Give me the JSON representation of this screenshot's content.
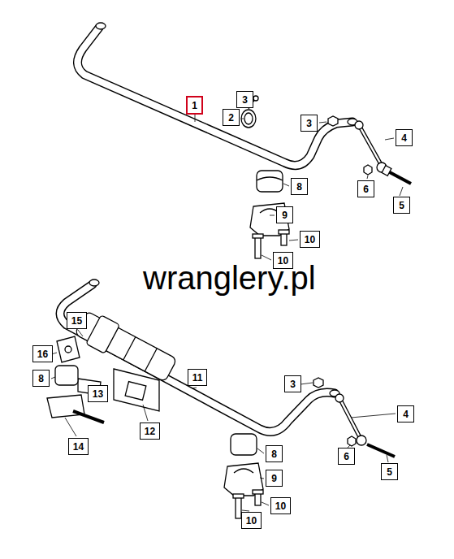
{
  "diagram": {
    "nodes": [
      {
        "text": [
          "1"
        ]
      },
      {
        "text": [
          "3"
        ]
      },
      {
        "text": [
          "2"
        ]
      },
      {
        "text": [
          "3"
        ]
      },
      {
        "text": [
          "4"
        ]
      },
      {
        "text": [
          "8"
        ]
      },
      {
        "text": [
          "6"
        ]
      },
      {
        "text": [
          "5"
        ]
      },
      {
        "text": [
          "9"
        ]
      },
      {
        "text": [
          "10"
        ]
      },
      {
        "text": [
          "10"
        ]
      },
      {
        "text": [
          "15"
        ]
      },
      {
        "text": [
          "16"
        ]
      },
      {
        "text": [
          "11"
        ]
      },
      {
        "text": [
          "8"
        ]
      },
      {
        "text": [
          "3"
        ]
      },
      {
        "text": [
          "13"
        ]
      },
      {
        "text": [
          "4"
        ]
      },
      {
        "text": [
          "12"
        ]
      },
      {
        "text": [
          "14"
        ]
      },
      {
        "text": [
          "8"
        ]
      },
      {
        "text": [
          "6"
        ]
      },
      {
        "text": [
          "9"
        ]
      },
      {
        "text": [
          "5"
        ]
      },
      {
        "text": [
          "10"
        ]
      },
      {
        "text": [
          "10"
        ]
      }
    ],
    "labels": [
      "wranglery.pl"
    ]
  }
}
